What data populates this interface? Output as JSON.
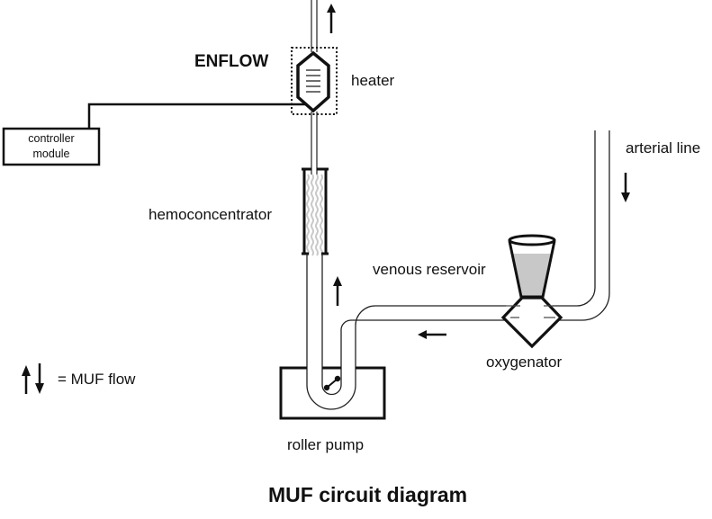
{
  "diagram": {
    "title": "MUF circuit diagram",
    "brand": "ENFLOW",
    "components": {
      "heater": "heater",
      "controller_line1": "controller",
      "controller_line2": "module",
      "hemoconcentrator": "hemoconcentrator",
      "venous_reservoir": "venous reservoir",
      "arterial_line": "arterial line",
      "oxygenator": "oxygenator",
      "roller_pump": "roller pump"
    },
    "legend": {
      "symbol": "up-down-arrows",
      "label": "= MUF flow"
    },
    "colors": {
      "stroke": "#111111",
      "reservoir_fill": "#c8c8c8",
      "membrane": "#cfcfcf"
    }
  }
}
